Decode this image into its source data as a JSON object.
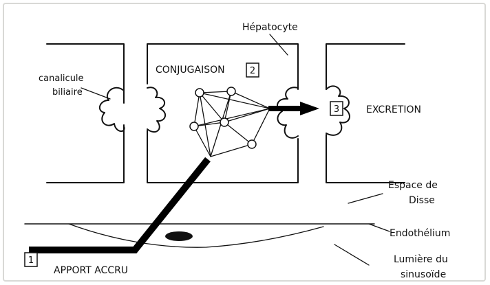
{
  "labels": {
    "hepatocyte": "Hépatocyte",
    "conjugation": "CONJUGAISON",
    "canalicule_line1": "canalicule",
    "canalicule_line2": "biliaire",
    "excretion": "EXCRETION",
    "espace_line1": "Espace de",
    "espace_line2": "Disse",
    "endothelium": "Endothélium",
    "lumiere_line1": "Lumière du",
    "lumiere_line2": "sinusoïde",
    "apport": "APPORT ACCRU"
  },
  "steps": {
    "step1": "1",
    "step2": "2",
    "step3": "3"
  }
}
